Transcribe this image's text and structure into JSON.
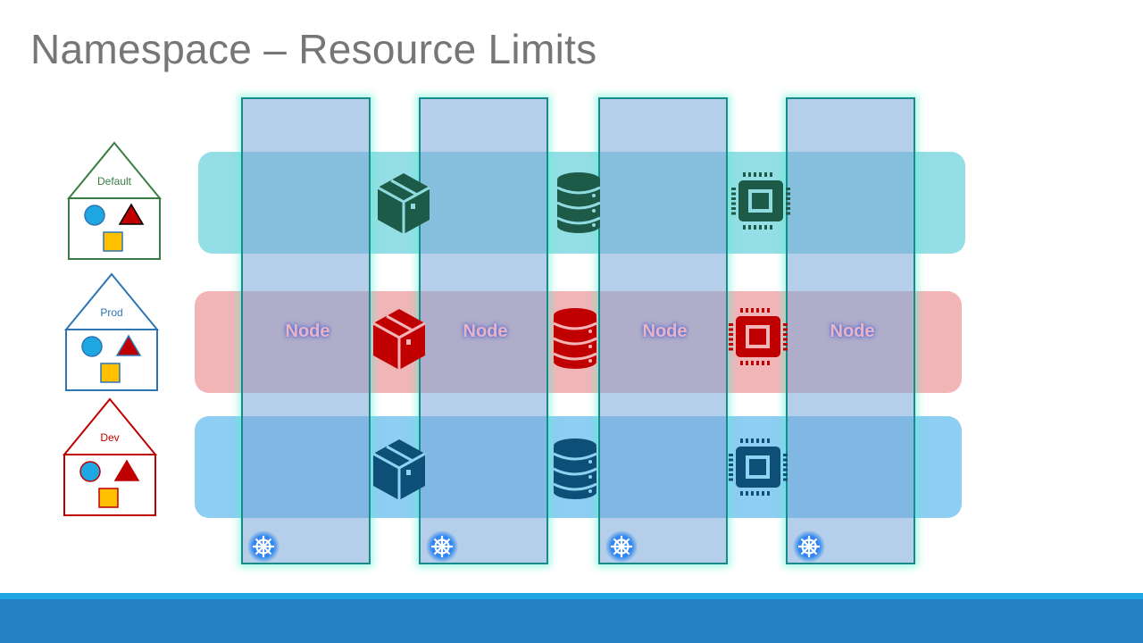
{
  "slide": {
    "title": "Namespace – Resource Limits"
  },
  "namespaces": [
    {
      "name": "Default",
      "color": "#3a7d44",
      "icon_color": "#1e5a48"
    },
    {
      "name": "Prod",
      "color": "#2e75b6",
      "icon_color": "#c00000"
    },
    {
      "name": "Dev",
      "color": "#c00000",
      "icon_color": "#0e4f77"
    }
  ],
  "house_shapes": {
    "circle_color": "#1ea7e1",
    "triangle_color": "#c00000",
    "square_color": "#ffc000"
  },
  "nodes": [
    {
      "label": "Node"
    },
    {
      "label": "Node"
    },
    {
      "label": "Node"
    },
    {
      "label": "Node"
    }
  ],
  "resource_icons": [
    "package-icon",
    "database-icon",
    "cpu-chip-icon"
  ],
  "node_icon": "kubernetes-helm-icon",
  "colors": {
    "footer_top": "#1fa6e0",
    "footer": "#2580c3",
    "title": "#767676"
  }
}
